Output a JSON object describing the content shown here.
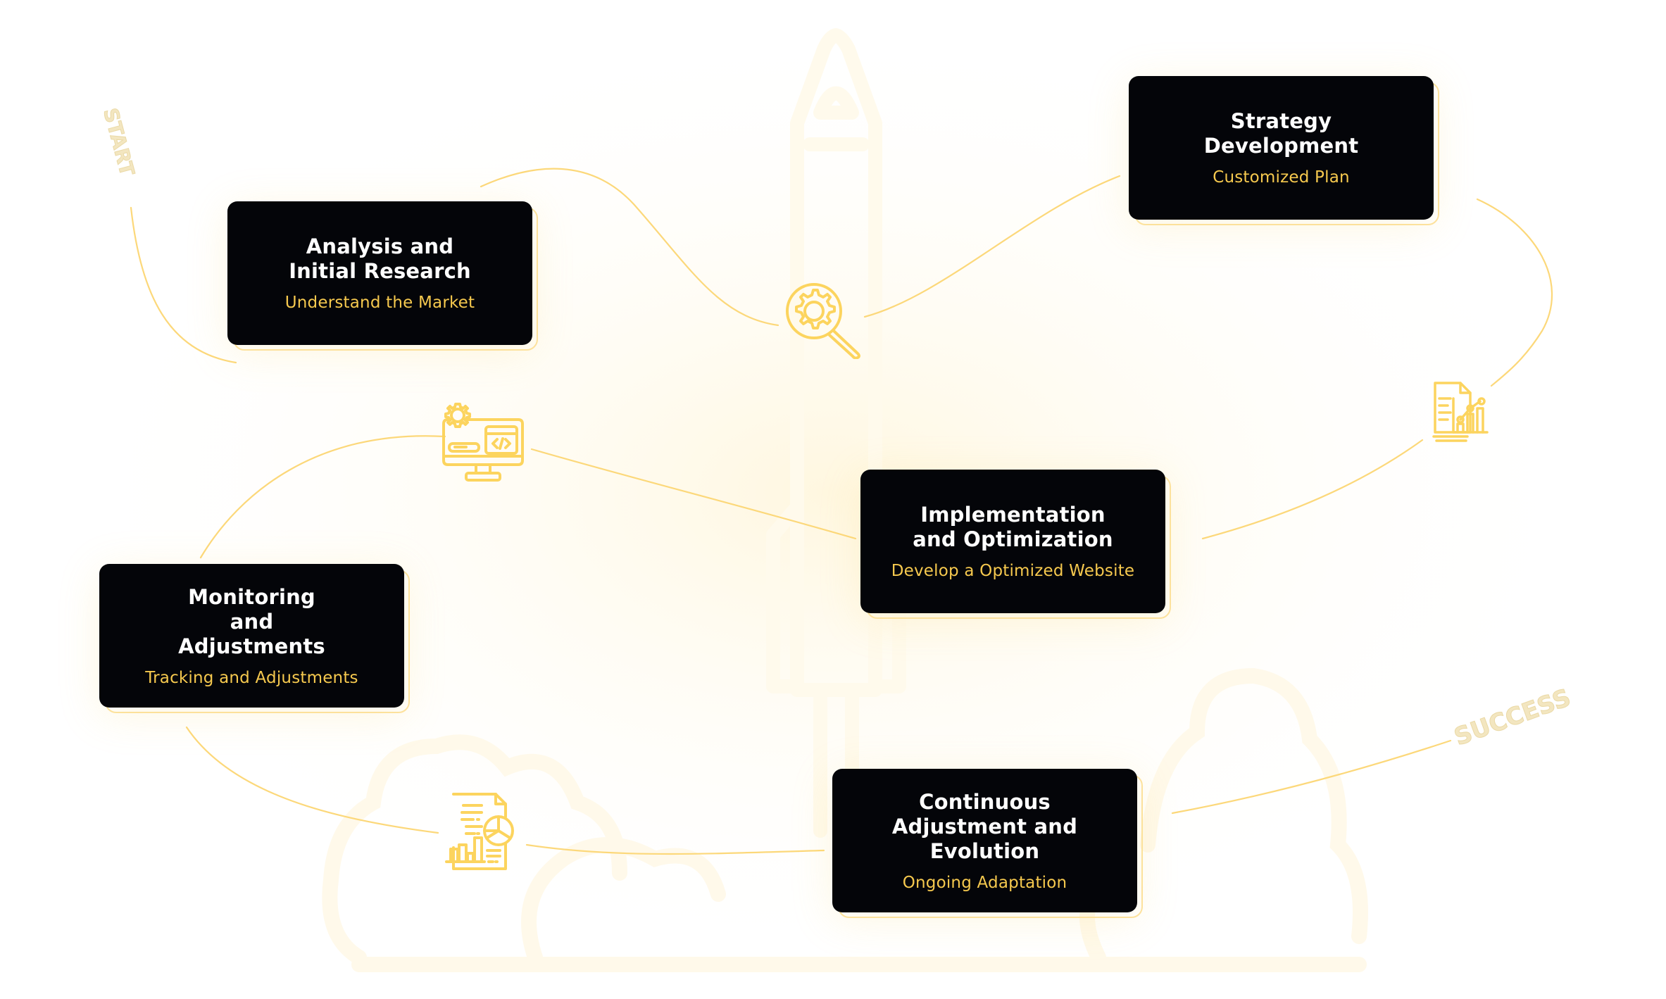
{
  "diagram": {
    "title": "Website Optimization Process",
    "colors": {
      "card_background": "#040509",
      "card_title": "#ffffff",
      "card_subtitle": "#F6C94E",
      "accent": "#FCD45E",
      "background_art": "#FFF8E6"
    },
    "decorations": {
      "start_label": "START",
      "success_label": "SUCCESS"
    },
    "steps": [
      {
        "title": "Analysis and Initial Research",
        "subtitle": "Understand the Market"
      },
      {
        "title": "Strategy Development",
        "subtitle": "Customized Plan"
      },
      {
        "title": "Implementation and Optimization",
        "subtitle": "Develop a Optimized Website"
      },
      {
        "title": "Monitoring and Adjustments",
        "subtitle": "Tracking and Adjustments"
      },
      {
        "title": "Continuous Adjustment and Evolution",
        "subtitle": "Ongoing Adaptation"
      }
    ],
    "icons": [
      "gear-magnifier-icon",
      "report-chart-icon",
      "monitor-code-icon",
      "document-pie-chart-icon"
    ]
  }
}
